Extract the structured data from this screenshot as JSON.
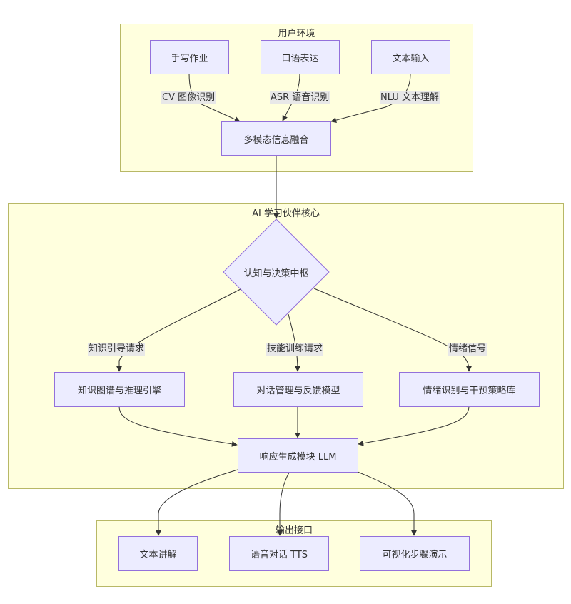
{
  "clusters": {
    "user_env": "用户环境",
    "ai_core": "AI 学习伙伴核心",
    "output": "输出接口"
  },
  "nodes": {
    "handwriting": "手写作业",
    "speech": "口语表达",
    "text_input": "文本输入",
    "fusion": "多模态信息融合",
    "decision": "认知与决策中枢",
    "knowledge": "知识图谱与推理引擎",
    "dialogue": "对话管理与反馈模型",
    "emotion": "情绪识别与干预策略库",
    "llm": "响应生成模块 LLM",
    "text_explain": "文本讲解",
    "voice_tts": "语音对话 TTS",
    "visual_steps": "可视化步骤演示"
  },
  "edge_labels": {
    "cv": "CV 图像识别",
    "asr": "ASR 语音识别",
    "nlu": "NLU 文本理解",
    "knowledge_req": "知识引导请求",
    "skill_req": "技能训练请求",
    "emotion_sig": "情绪信号"
  },
  "colors": {
    "cluster_fill": "#ffffde",
    "cluster_border": "#b8b866",
    "node_fill": "#ececff",
    "node_border": "#9370db",
    "edge": "#333333",
    "label_bg": "#e8e8e8"
  }
}
